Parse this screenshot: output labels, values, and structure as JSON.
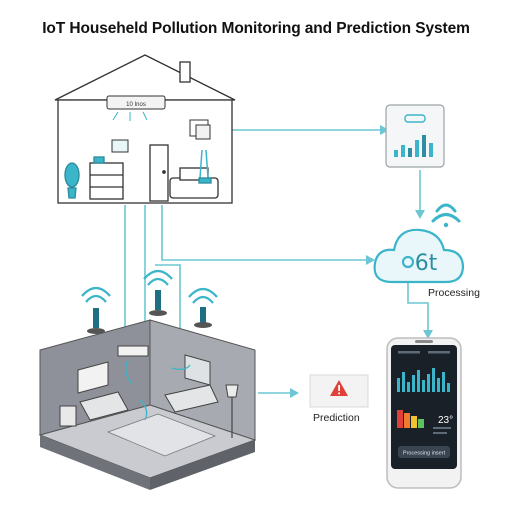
{
  "title": "IoT Househeld Pollution Monitoring and Prediction System",
  "labels": {
    "processing": "Processing",
    "prediction": "Prediction",
    "cloud": "6t",
    "ac_display": "10  Inos"
  },
  "phone": {
    "temp_value": "23°",
    "button_label": "Processing insert"
  },
  "colors": {
    "accent": "#3bb5c9",
    "line": "#6cc6d3",
    "warning": "#e0403a",
    "room_wall": "#8e9199",
    "room_floor": "#c9cbd0"
  },
  "icons": [
    "house-illustration",
    "dashboard-monitor-icon",
    "wifi-icon",
    "cloud-icon",
    "warning-icon",
    "smartphone",
    "sensor-icon"
  ]
}
